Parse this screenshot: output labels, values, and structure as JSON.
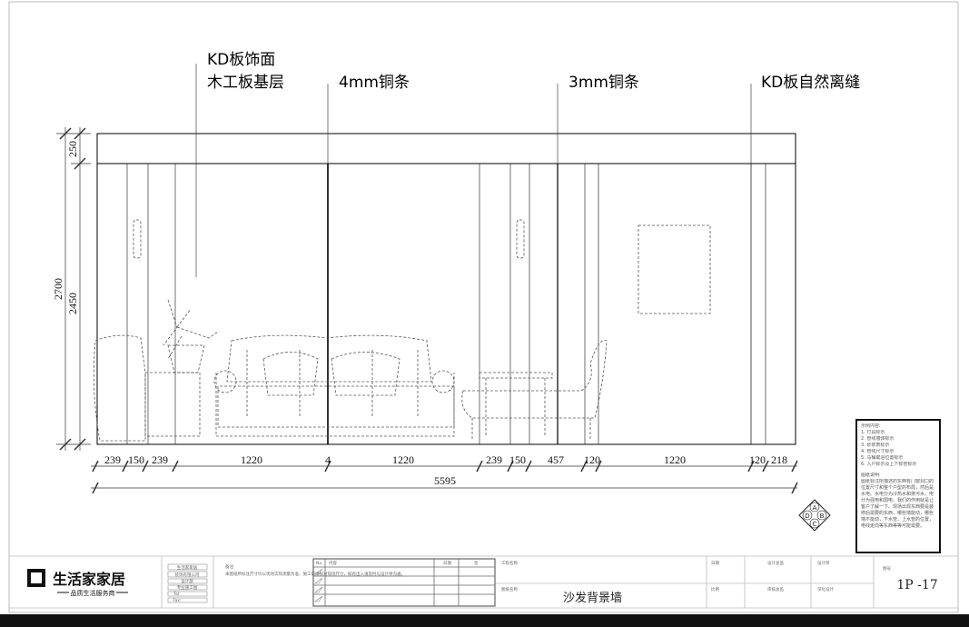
{
  "drawing": {
    "callouts": [
      "KD板饰面",
      "木工板基层",
      "4mm铜条",
      "3mm铜条",
      "KD板自然离缝"
    ],
    "height_dims": {
      "total": "2700",
      "ceiling": "250",
      "wall": "2450"
    },
    "width_dims": [
      "239",
      "150",
      "239",
      "1220",
      "4",
      "1220",
      "239",
      "150",
      "457",
      "120",
      "1220",
      "120",
      "218"
    ],
    "overall_width": "5595",
    "compass_letters": [
      "A",
      "B",
      "C",
      "D"
    ]
  },
  "legend": {
    "title": "示例内容:",
    "items": [
      "1. 灯具标示",
      "2. 管线墙体标示",
      "3. 砂浆表标示",
      "4. 管线尺寸标示",
      "5. 马桶或浴位置标示",
      "6. 入户标示及上下标管标示"
    ],
    "notes_title": "图纸说明:",
    "notes": "图纸标注所描述的东西有门窗洞口的位置尺寸和整个户型的布局，然后是水电。水电分为冷热水和排污水，电分为强电和弱电。我们的作用就是让客户了解一下。现场出现东西要是装修后需要的东西，哪些墙能动，哪些墙不能动，下水管、上水管的位置，电线走向等东西等等可能需要。"
  },
  "title_block": {
    "brand_name": "生活家家居",
    "brand_slogan": "品质生活服务商",
    "company_fields": [
      "生活家家居",
      "装饰有限公司",
      "设计部",
      "专业施工图",
      "Tel:",
      "Fax:"
    ],
    "notes_label": "备注:",
    "notes_text": "本图纸所标注尺寸均以现场实际测量为准，施工前须核对现场尺寸，如有出入请及时与设计师沟通。",
    "revision_headers": [
      "No.",
      "内容",
      "日期",
      "签"
    ],
    "project_label": "工程名称",
    "drawing_name_label": "图纸名称",
    "drawing_name": "沙发背景墙",
    "cells": [
      "日期",
      "比例",
      "设计总监",
      "审核总监",
      "设计师",
      "深化设计"
    ],
    "sheet_label": "图号",
    "sheet_number": "1P -17"
  }
}
